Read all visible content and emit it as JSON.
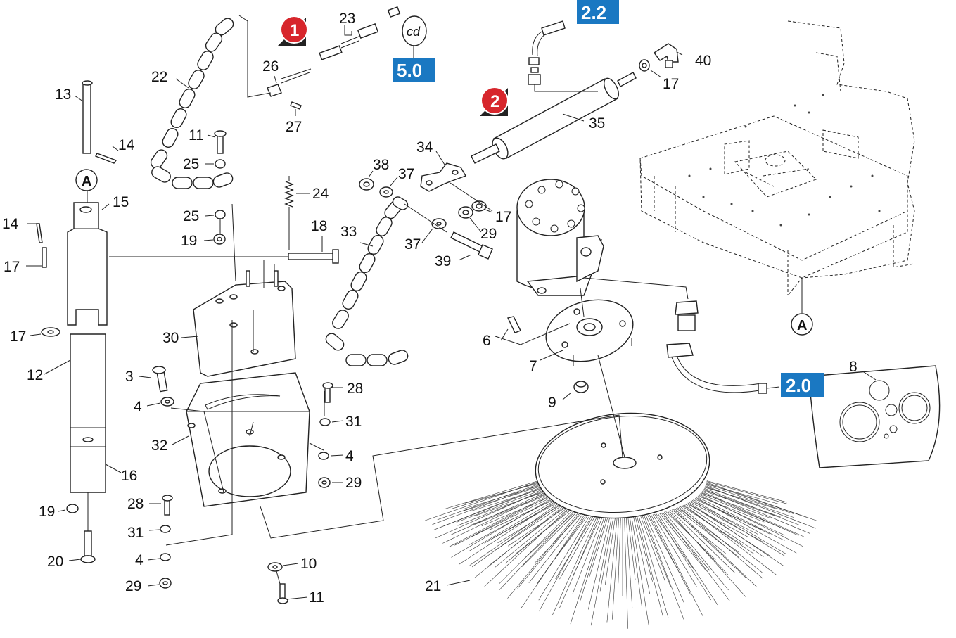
{
  "accent": {
    "blue": "#1a78c2",
    "red": "#d7262c"
  },
  "callouts": [
    {
      "id": "c1",
      "label": "1",
      "kind": "step"
    },
    {
      "id": "c2",
      "label": "2",
      "kind": "step"
    },
    {
      "id": "r22",
      "label": "2.2",
      "kind": "ref"
    },
    {
      "id": "r50",
      "label": "5.0",
      "kind": "ref"
    },
    {
      "id": "r20",
      "label": "2.0",
      "kind": "ref"
    }
  ],
  "symbols": {
    "cd": "cd",
    "marker_a": "A"
  },
  "labels": [
    {
      "id": "n13",
      "text": "13"
    },
    {
      "id": "n14a",
      "text": "14"
    },
    {
      "id": "n15",
      "text": "15"
    },
    {
      "id": "n14b",
      "text": "14"
    },
    {
      "id": "n17a",
      "text": "17"
    },
    {
      "id": "n17b",
      "text": "17"
    },
    {
      "id": "n12",
      "text": "12"
    },
    {
      "id": "n16",
      "text": "16"
    },
    {
      "id": "n19a",
      "text": "19"
    },
    {
      "id": "n20",
      "text": "20"
    },
    {
      "id": "n22",
      "text": "22"
    },
    {
      "id": "n11a",
      "text": "11"
    },
    {
      "id": "n25a",
      "text": "25"
    },
    {
      "id": "n25b",
      "text": "25"
    },
    {
      "id": "n19b",
      "text": "19"
    },
    {
      "id": "n26",
      "text": "26"
    },
    {
      "id": "n27",
      "text": "27"
    },
    {
      "id": "n23",
      "text": "23"
    },
    {
      "id": "n24",
      "text": "24"
    },
    {
      "id": "n18",
      "text": "18"
    },
    {
      "id": "n30",
      "text": "30"
    },
    {
      "id": "n3",
      "text": "3"
    },
    {
      "id": "n4a",
      "text": "4"
    },
    {
      "id": "n32",
      "text": "32"
    },
    {
      "id": "n28a",
      "text": "28"
    },
    {
      "id": "n31a",
      "text": "31"
    },
    {
      "id": "n4b",
      "text": "4"
    },
    {
      "id": "n29a",
      "text": "29"
    },
    {
      "id": "n28b",
      "text": "28"
    },
    {
      "id": "n31b",
      "text": "31"
    },
    {
      "id": "n4c",
      "text": "4"
    },
    {
      "id": "n29b",
      "text": "29"
    },
    {
      "id": "n10",
      "text": "10"
    },
    {
      "id": "n11b",
      "text": "11"
    },
    {
      "id": "n33",
      "text": "33"
    },
    {
      "id": "n38",
      "text": "38"
    },
    {
      "id": "n37a",
      "text": "37"
    },
    {
      "id": "n34",
      "text": "34"
    },
    {
      "id": "n37b",
      "text": "37"
    },
    {
      "id": "n29c",
      "text": "29"
    },
    {
      "id": "n17c",
      "text": "17"
    },
    {
      "id": "n39",
      "text": "39"
    },
    {
      "id": "n35",
      "text": "35"
    },
    {
      "id": "n17d",
      "text": "17"
    },
    {
      "id": "n40",
      "text": "40"
    },
    {
      "id": "n6",
      "text": "6"
    },
    {
      "id": "n7",
      "text": "7"
    },
    {
      "id": "n9",
      "text": "9"
    },
    {
      "id": "n8",
      "text": "8"
    },
    {
      "id": "n21",
      "text": "21"
    }
  ]
}
